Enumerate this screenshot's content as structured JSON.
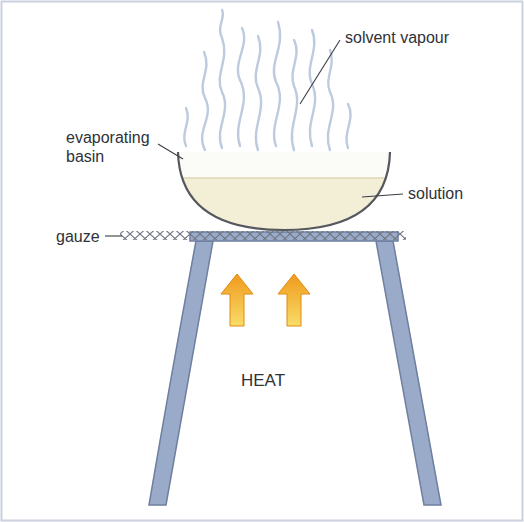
{
  "diagram": {
    "labels": [
      "solvent vapour",
      "evaporating basin",
      "solution",
      "gauze",
      "HEAT"
    ]
  }
}
